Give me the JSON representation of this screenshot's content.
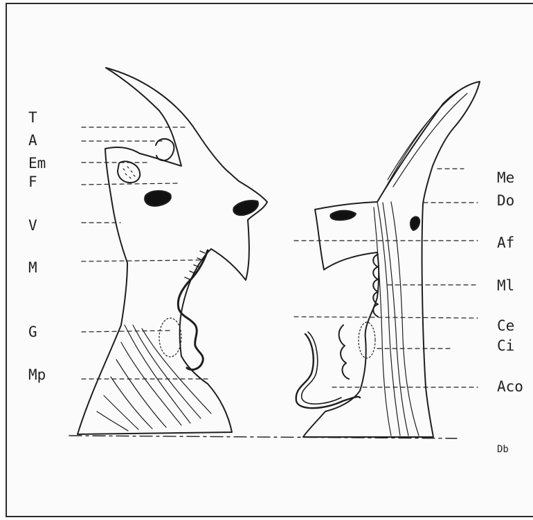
{
  "labels_left": [
    {
      "id": "T",
      "text": "T"
    },
    {
      "id": "A",
      "text": "A"
    },
    {
      "id": "Em",
      "text": "Em"
    },
    {
      "id": "F",
      "text": "F"
    },
    {
      "id": "V",
      "text": "V"
    },
    {
      "id": "M",
      "text": "M"
    },
    {
      "id": "G",
      "text": "G"
    },
    {
      "id": "Mp",
      "text": "Mp"
    }
  ],
  "labels_right": [
    {
      "id": "Me",
      "text": "Me"
    },
    {
      "id": "Do",
      "text": "Do"
    },
    {
      "id": "Af",
      "text": "Af"
    },
    {
      "id": "Ml",
      "text": "Ml"
    },
    {
      "id": "Ce",
      "text": "Ce"
    },
    {
      "id": "Ci",
      "text": "Ci"
    },
    {
      "id": "Aco",
      "text": "Aco"
    },
    {
      "id": "Db",
      "text": "Db"
    }
  ],
  "colors": {
    "ink": "#1e1e1e",
    "background": "#fbfbfb",
    "frame": "#2a2a2a"
  }
}
